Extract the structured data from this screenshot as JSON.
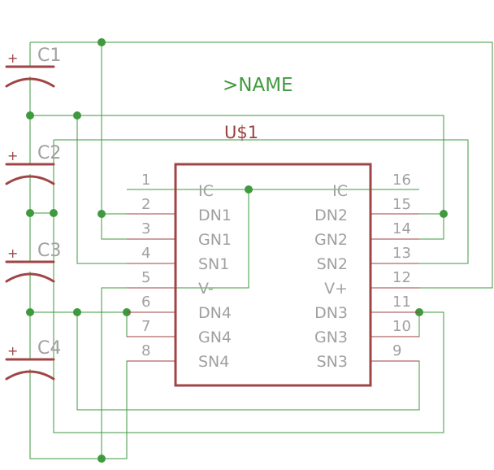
{
  "schematic": {
    "name_placeholder": ">NAME",
    "part_name": "U$1",
    "capacitors": [
      "C1",
      "C2",
      "C3",
      "C4"
    ],
    "capacitor_polarity_symbol": "+",
    "ic": {
      "left_pins": [
        {
          "num": "1",
          "label": "IC"
        },
        {
          "num": "2",
          "label": "DN1"
        },
        {
          "num": "3",
          "label": "GN1"
        },
        {
          "num": "4",
          "label": "SN1"
        },
        {
          "num": "5",
          "label": "V-"
        },
        {
          "num": "6",
          "label": "DN4"
        },
        {
          "num": "7",
          "label": "GN4"
        },
        {
          "num": "8",
          "label": "SN4"
        }
      ],
      "right_pins": [
        {
          "num": "16",
          "label": "IC"
        },
        {
          "num": "15",
          "label": "DN2"
        },
        {
          "num": "14",
          "label": "GN2"
        },
        {
          "num": "13",
          "label": "SN2"
        },
        {
          "num": "12",
          "label": "V+"
        },
        {
          "num": "11",
          "label": "DN3"
        },
        {
          "num": "10",
          "label": "GN3"
        },
        {
          "num": "9",
          "label": "SN3"
        }
      ]
    },
    "colors": {
      "wire": "#3f9a3f",
      "component": "#a04545",
      "pin_text": "#a0a0a0"
    }
  }
}
